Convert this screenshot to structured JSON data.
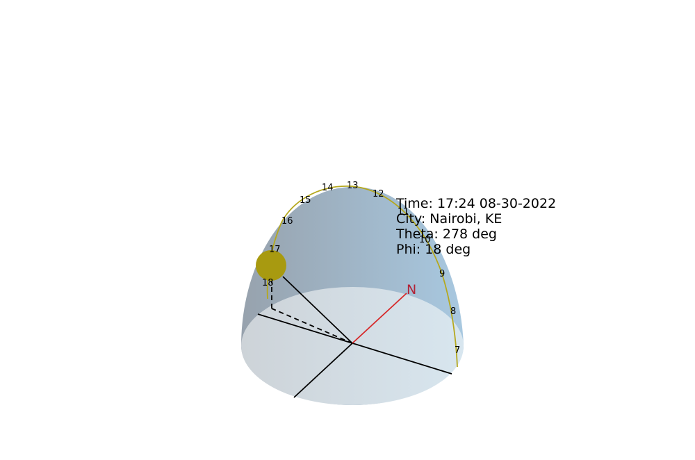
{
  "info": {
    "time": "Time: 17:24 08-30-2022",
    "city": "City: Nairobi, KE",
    "theta": "Theta: 278 deg",
    "phi": "Phi: 18 deg"
  },
  "compass": {
    "north_label": "N"
  },
  "sun_path": {
    "hours": [
      "7",
      "8",
      "9",
      "10",
      "11",
      "12",
      "13",
      "14",
      "15",
      "16",
      "17",
      "18"
    ]
  },
  "colors": {
    "sun": "#a89a10",
    "sun_path": "#b5a81e",
    "north_axis": "#d62728",
    "north_label": "#b22236",
    "axes": "#000000",
    "dome_left": "#97a2ad",
    "dome_right": "#a8c8e0",
    "ground_left": "#cdd3d8",
    "ground_right": "#d8e6ef"
  }
}
